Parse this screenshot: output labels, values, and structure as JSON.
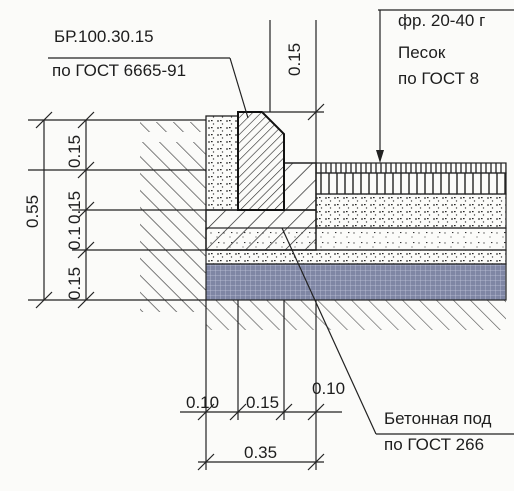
{
  "labels": {
    "curb_mark": "БР.100.30.15",
    "curb_standard": "по ГОСТ 6665-91",
    "top_right_line1": "фр. 20-40 г",
    "sand_line1": "Песок",
    "sand_line2": "по ГОСТ 8",
    "concrete_line1": "Бетонная под",
    "concrete_line2": "по ГОСТ 266"
  },
  "dimensions": {
    "curb_height": "0.15",
    "total_height": "0.55",
    "layer_1": "0.15",
    "layer_2": "0.15",
    "layer_3": "0.1",
    "layer_4": "0.15",
    "bottom_left": "0.10",
    "bottom_mid": "0.15",
    "bottom_right": "0.10",
    "bottom_total": "0.35"
  }
}
